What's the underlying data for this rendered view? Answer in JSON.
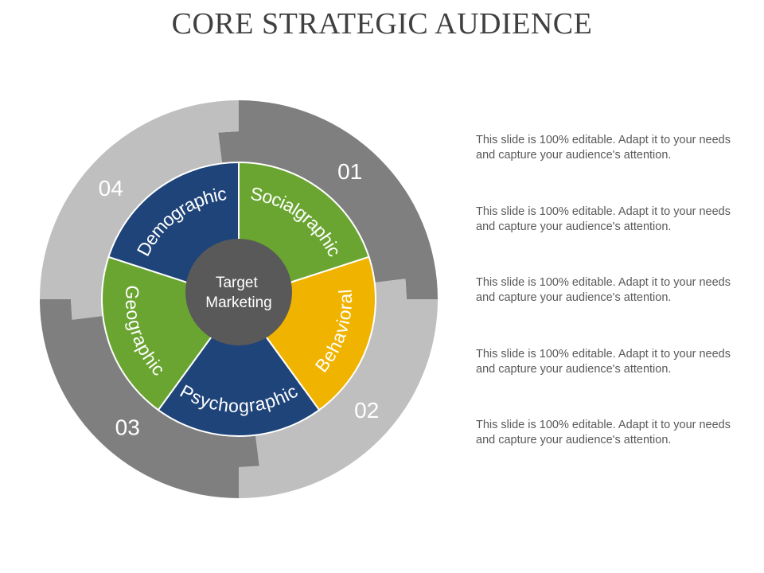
{
  "title": "CORE STRATEGIC AUDIENCE",
  "center_label": [
    "Target",
    "Marketing"
  ],
  "colors": {
    "title": "#404040",
    "outer_dark": "#7f7f7f",
    "outer_light": "#bfbfbf",
    "navy": "#1f4479",
    "green": "#6aa531",
    "gold": "#f0b400",
    "center": "#595959",
    "note_text": "#595959"
  },
  "segments": [
    {
      "label": "Socialgraphic",
      "color": "green"
    },
    {
      "label": "Behavioral",
      "color": "gold"
    },
    {
      "label": "Psychographic",
      "color": "navy"
    },
    {
      "label": "Geographic",
      "color": "green"
    },
    {
      "label": "Demographic",
      "color": "navy"
    }
  ],
  "quadrants": [
    {
      "number": "01",
      "color": "outer_dark"
    },
    {
      "number": "02",
      "color": "outer_light"
    },
    {
      "number": "03",
      "color": "outer_dark"
    },
    {
      "number": "04",
      "color": "outer_light"
    }
  ],
  "notes": [
    "This slide is 100% editable. Adapt it to your needs and capture your audience's attention.",
    "This slide is 100% editable. Adapt it to your needs and capture your audience's attention.",
    "This slide is 100% editable. Adapt it to your needs and capture your audience's attention.",
    "This slide is 100% editable. Adapt it to your needs and capture your audience's attention.",
    "This slide is 100% editable. Adapt it to your needs and capture your audience's attention."
  ]
}
